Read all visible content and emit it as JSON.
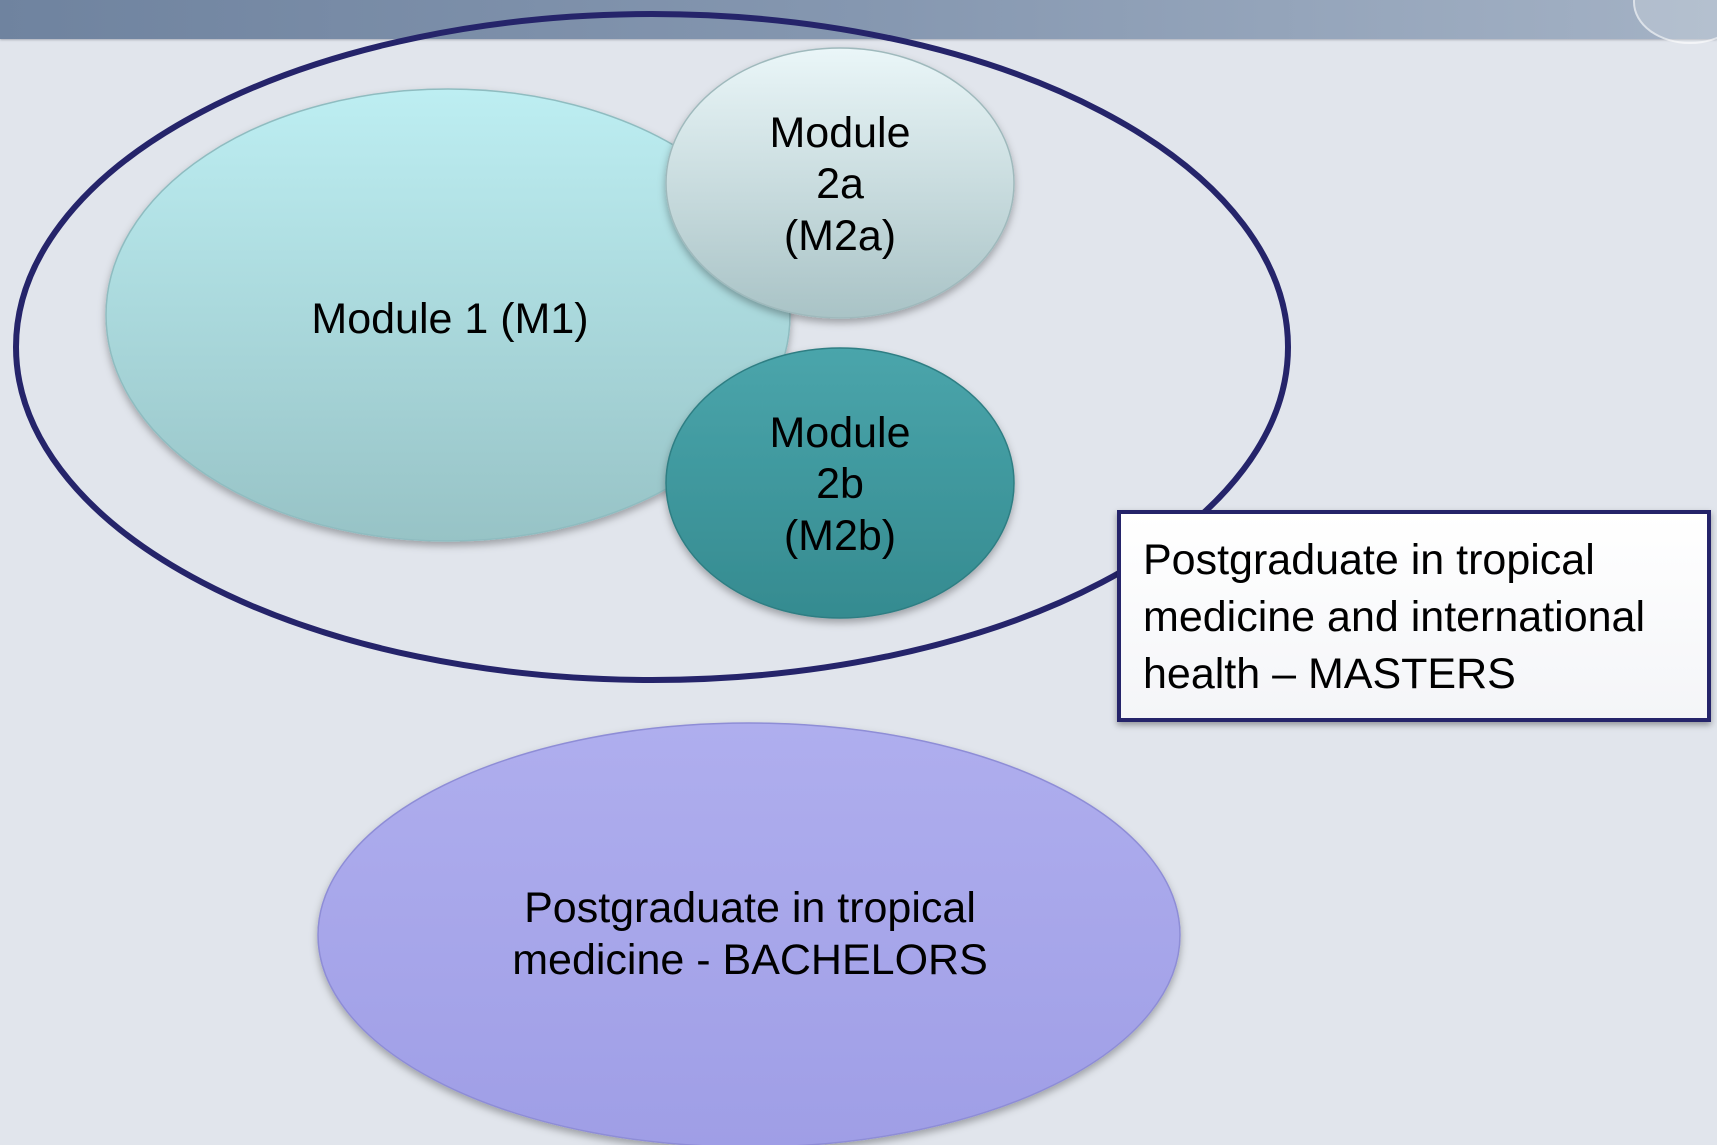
{
  "diagram": {
    "masters_label": "Postgraduate in tropical\nmedicine and international\nhealth – MASTERS",
    "module1_label": "Module 1 (M1)",
    "module2a_label": "Module\n2a\n(M2a)",
    "module2b_label": "Module\n2b\n(M2b)",
    "bachelors_label": "Postgraduate in tropical\nmedicine - BACHELORS"
  },
  "colors": {
    "background": "#e1e5ec",
    "outer_ring": "#25246a",
    "module1": "#a9dde0",
    "module2a": "#d3e8ec",
    "module2b": "#3f9aa0",
    "bachelors": "#a7a6ec"
  }
}
